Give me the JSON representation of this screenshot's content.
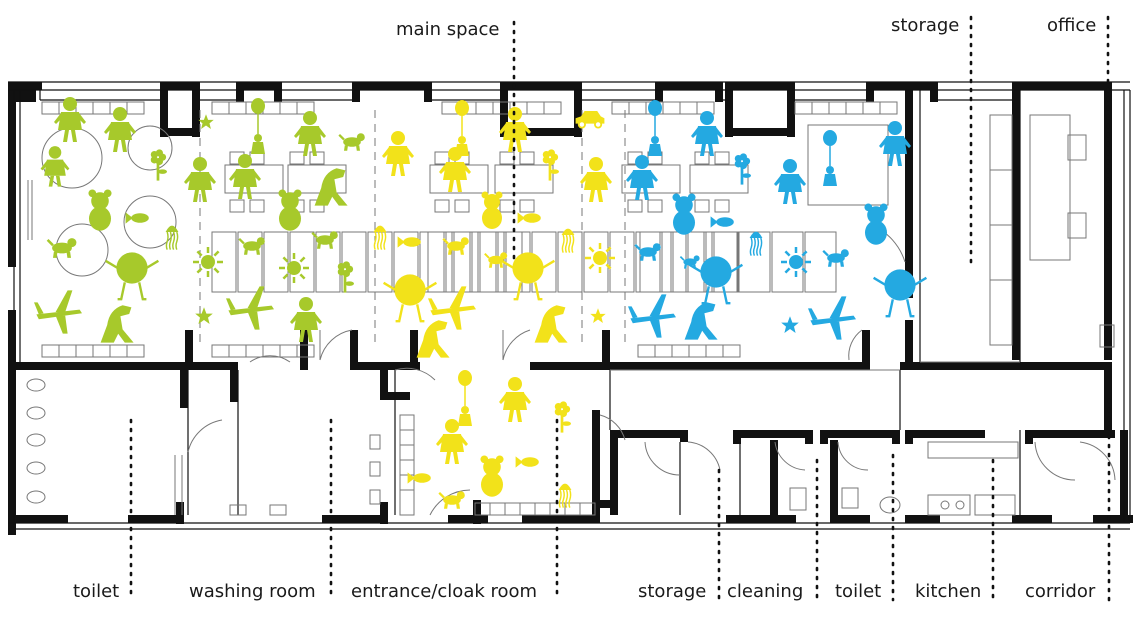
{
  "colors": {
    "wall": "#111111",
    "thin": "#777777",
    "green": "#a7c92b",
    "yellow": "#f2e21a",
    "blue": "#24a9e1",
    "leader": "#111111"
  },
  "labels": {
    "main_space": "main space",
    "storage_top": "storage",
    "office": "office",
    "toilet_left": "toilet",
    "washing_room": "washing room",
    "entrance": "entrance/cloak room",
    "storage_bottom": "storage",
    "cleaning": "cleaning",
    "toilet_right": "toilet",
    "kitchen": "kitchen",
    "corridor": "corridor"
  },
  "decor": {
    "figures": [
      "kid-girl",
      "kid-boy",
      "bear",
      "dog",
      "fish",
      "sun",
      "flower",
      "dinosaur",
      "airplane",
      "jellyfish",
      "balloon-kid",
      "car",
      "star",
      "cat",
      "round-creature"
    ]
  }
}
